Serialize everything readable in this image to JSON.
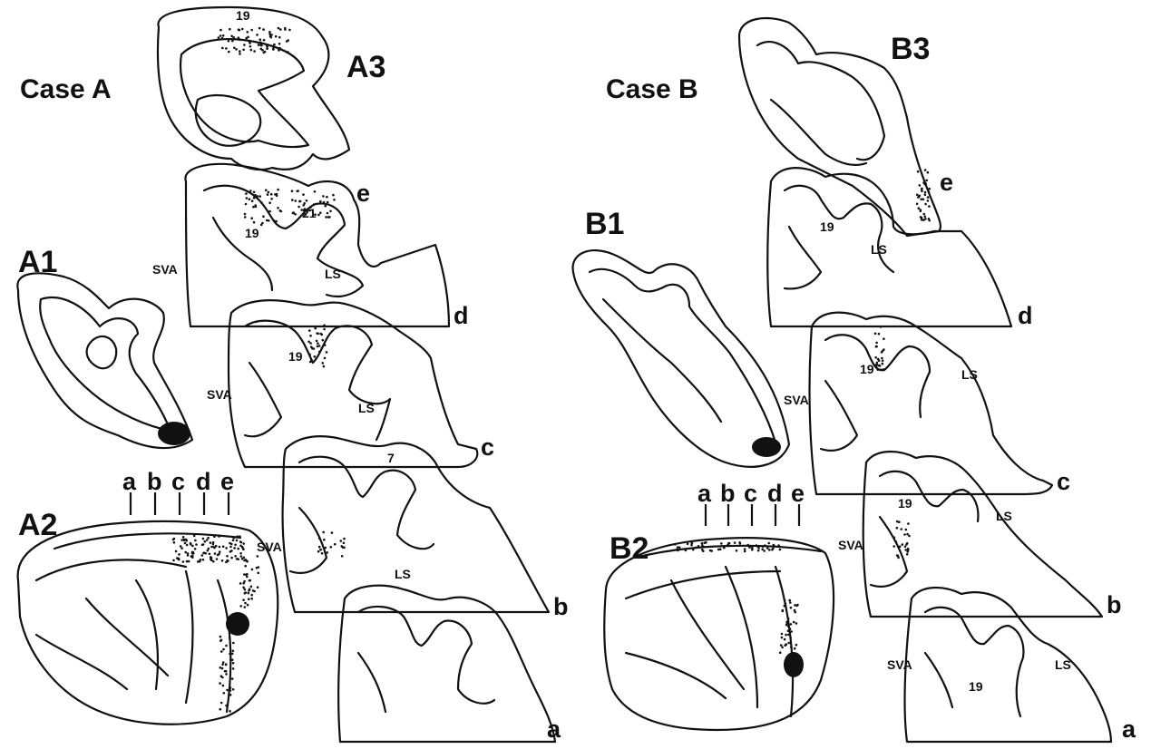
{
  "figure": {
    "case_a": {
      "title": "Case A",
      "panels": {
        "p1": "A1",
        "p2": "A2",
        "p3": "A3"
      },
      "section_letters": [
        "a",
        "b",
        "c",
        "d",
        "e"
      ],
      "section_labels": {
        "a": "a",
        "b": "b",
        "c": "c",
        "d": "d",
        "e": "e"
      },
      "area_labels": {
        "l19_top": "19",
        "l19_e": "19",
        "l21_e": "21",
        "svA_e": "SVA",
        "ls_e": "LS",
        "l19_d": "19",
        "svA_d": "SVA",
        "ls_d": "LS",
        "l7_c": "7",
        "svA_c": "SVA",
        "ls_c": "LS"
      }
    },
    "case_b": {
      "title": "Case B",
      "panels": {
        "p1": "B1",
        "p2": "B2",
        "p3": "B3"
      },
      "section_letters": [
        "a",
        "b",
        "c",
        "d",
        "e"
      ],
      "section_labels": {
        "a": "a",
        "b": "b",
        "c": "c",
        "d": "d",
        "e": "e"
      },
      "area_labels": {
        "l19_e": "19",
        "ls_e": "LS",
        "svA_b1": "SVA",
        "l19_d": "19",
        "ls_d": "LS",
        "l19_c": "19",
        "svA_c": "SVA",
        "ls_c": "LS",
        "l19_b": "19",
        "svA_b": "SVA",
        "ls_b": "LS"
      }
    },
    "colors": {
      "ink": "#111111",
      "background": "#ffffff"
    }
  }
}
